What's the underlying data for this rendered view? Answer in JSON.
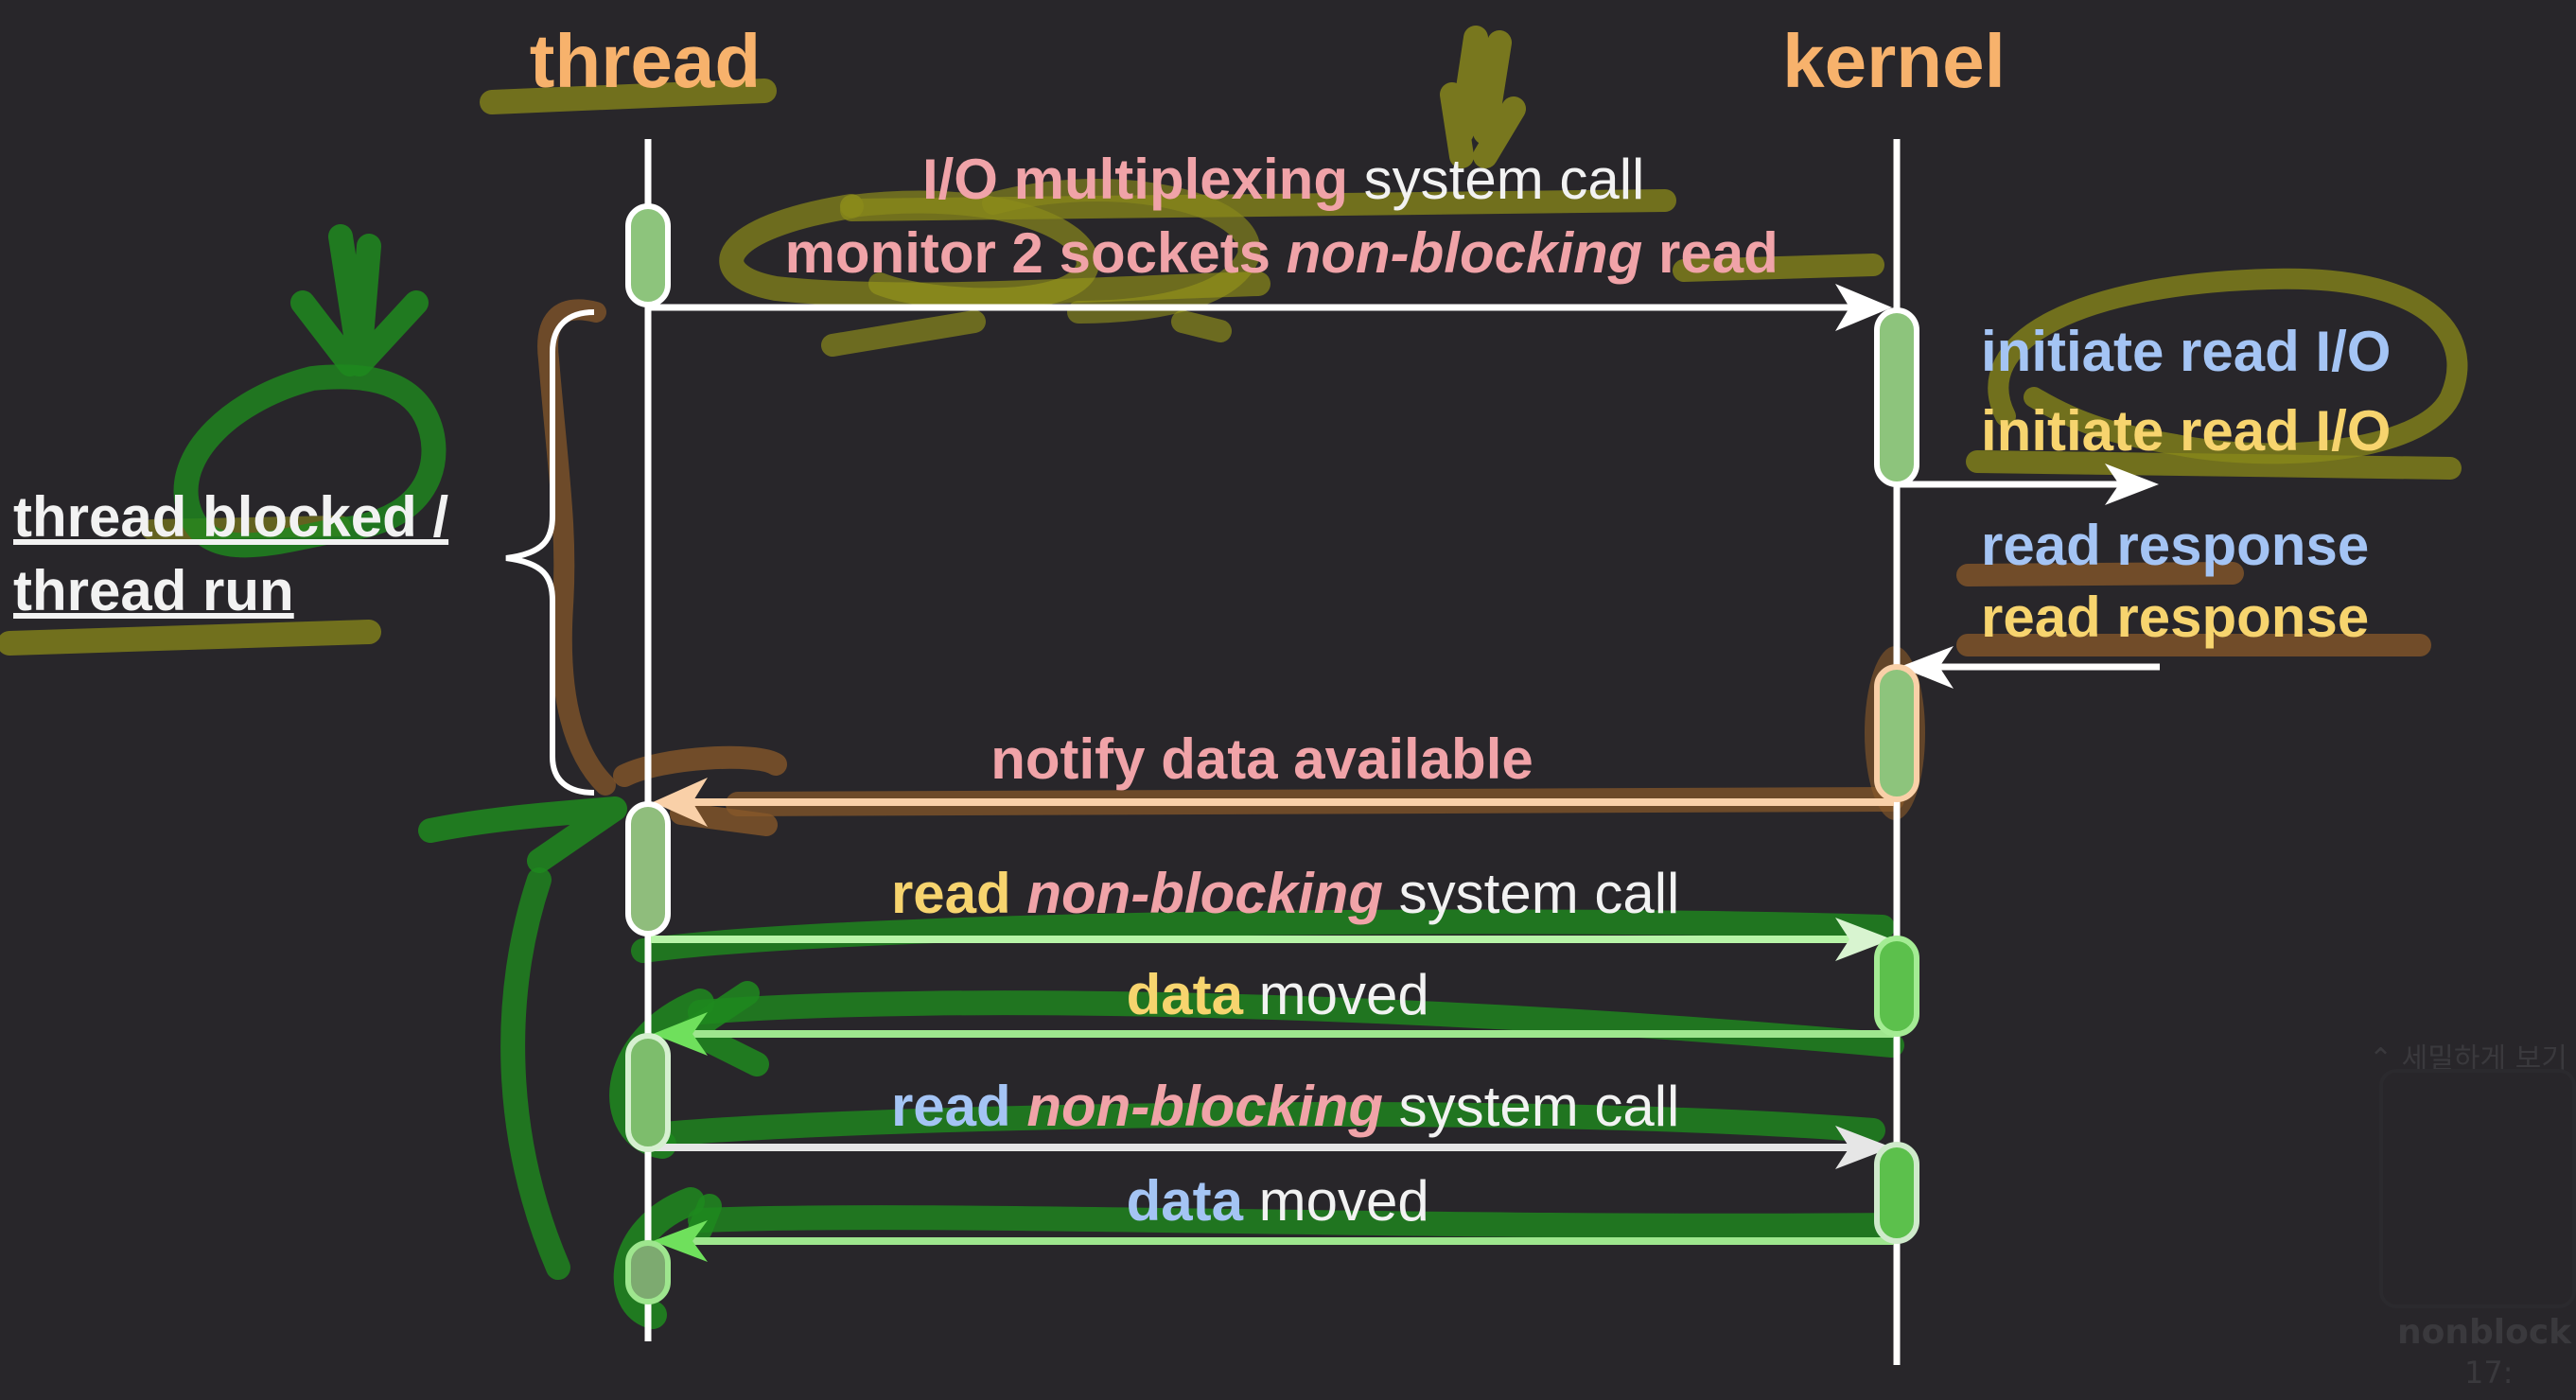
{
  "colors": {
    "background": "#28262a",
    "participant_label": "#f7b26c",
    "lifeline": "#ffffff",
    "activation_fill": "#8dc47c",
    "pink": "#f0a3a8",
    "white": "#f2f2f2",
    "blue": "#a4c4f4",
    "yellow": "#f7d46e",
    "peach": "#f9d0a8",
    "marker_olive": "#8a8a1a",
    "marker_green": "#1e8a1e",
    "marker_brown": "#8a5a2a"
  },
  "participants": {
    "thread": "thread",
    "kernel": "kernel"
  },
  "messages": {
    "multiplex_call": {
      "part1": "I/O multiplexing",
      "part2": " system call"
    },
    "monitor": {
      "part1": "monitor 2 sockets ",
      "part2": "non-blocking",
      "part3": " read"
    },
    "notify": "notify data available",
    "read_call_1": {
      "part1": "read ",
      "part2": "non-blocking",
      "part3": " system call"
    },
    "data_moved_1": {
      "part1": "data",
      "part2": " moved"
    },
    "read_call_2": {
      "part1": "read ",
      "part2": "non-blocking",
      "part3": " system call"
    },
    "data_moved_2": {
      "part1": "data",
      "part2": " moved"
    }
  },
  "kernel_notes": {
    "initiate_1": "initiate read I/O",
    "initiate_2": "initiate read I/O",
    "response_1": "read response",
    "response_2": "read response"
  },
  "side_note": {
    "line1": "thread blocked /",
    "line2": "thread run"
  },
  "overlay": {
    "hint": "⌃ 세밀하게 보기",
    "title": "nonblock",
    "time": "17:"
  }
}
